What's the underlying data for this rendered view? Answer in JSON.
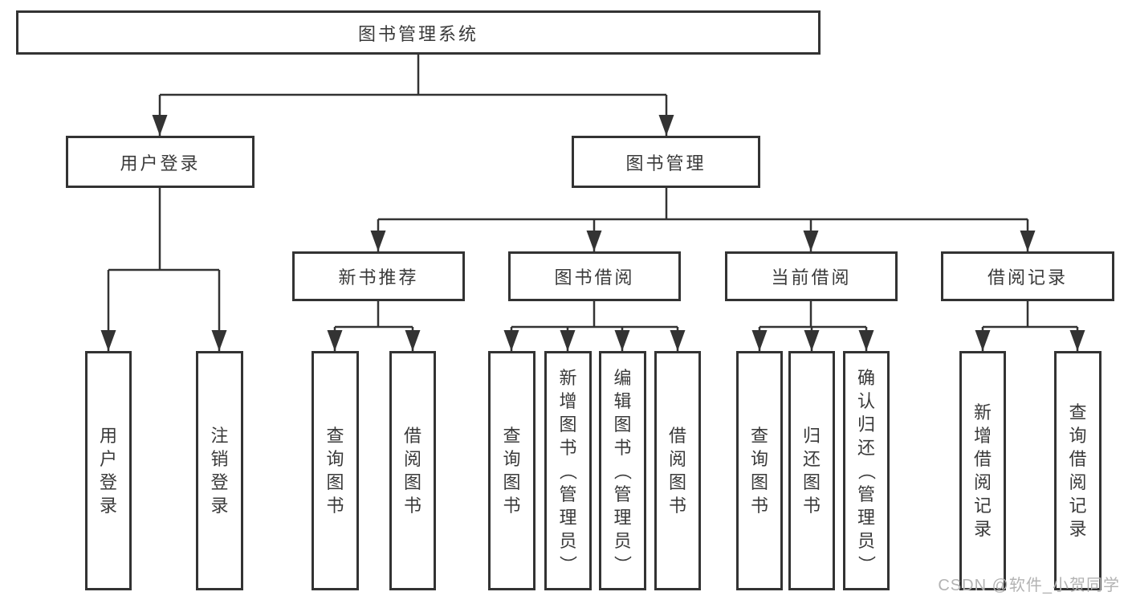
{
  "diagram": {
    "root": {
      "label": "图书管理系统"
    },
    "user_login": {
      "label": "用户登录",
      "children": {
        "login": {
          "label": "用户登录"
        },
        "logout": {
          "label": "注销登录"
        }
      }
    },
    "book_management": {
      "label": "图书管理",
      "children": {
        "new_book_recommend": {
          "label": "新书推荐",
          "children": {
            "query_books": {
              "label": "查询图书"
            },
            "borrow_books": {
              "label": "借阅图书"
            }
          }
        },
        "book_borrow": {
          "label": "图书借阅",
          "children": {
            "query_books": {
              "label": "查询图书"
            },
            "add_books": {
              "label": "新增图书（管理员）"
            },
            "edit_books": {
              "label": "编辑图书（管理员）"
            },
            "borrow_books": {
              "label": "借阅图书"
            }
          }
        },
        "current_borrow": {
          "label": "当前借阅",
          "children": {
            "query_books": {
              "label": "查询图书"
            },
            "return_books": {
              "label": "归还图书"
            },
            "confirm_return": {
              "label": "确认归还（管理员）"
            }
          }
        },
        "borrow_records": {
          "label": "借阅记录",
          "children": {
            "add_record": {
              "label": "新增借阅记录"
            },
            "query_record": {
              "label": "查询借阅记录"
            }
          }
        }
      }
    }
  },
  "watermark": {
    "text": "CSDN @软件_小贺同学"
  },
  "colors": {
    "line": "#333333",
    "box_border": "#333333",
    "text": "#3a3a3a",
    "watermark": "#b3b3b3",
    "background": "#ffffff"
  }
}
